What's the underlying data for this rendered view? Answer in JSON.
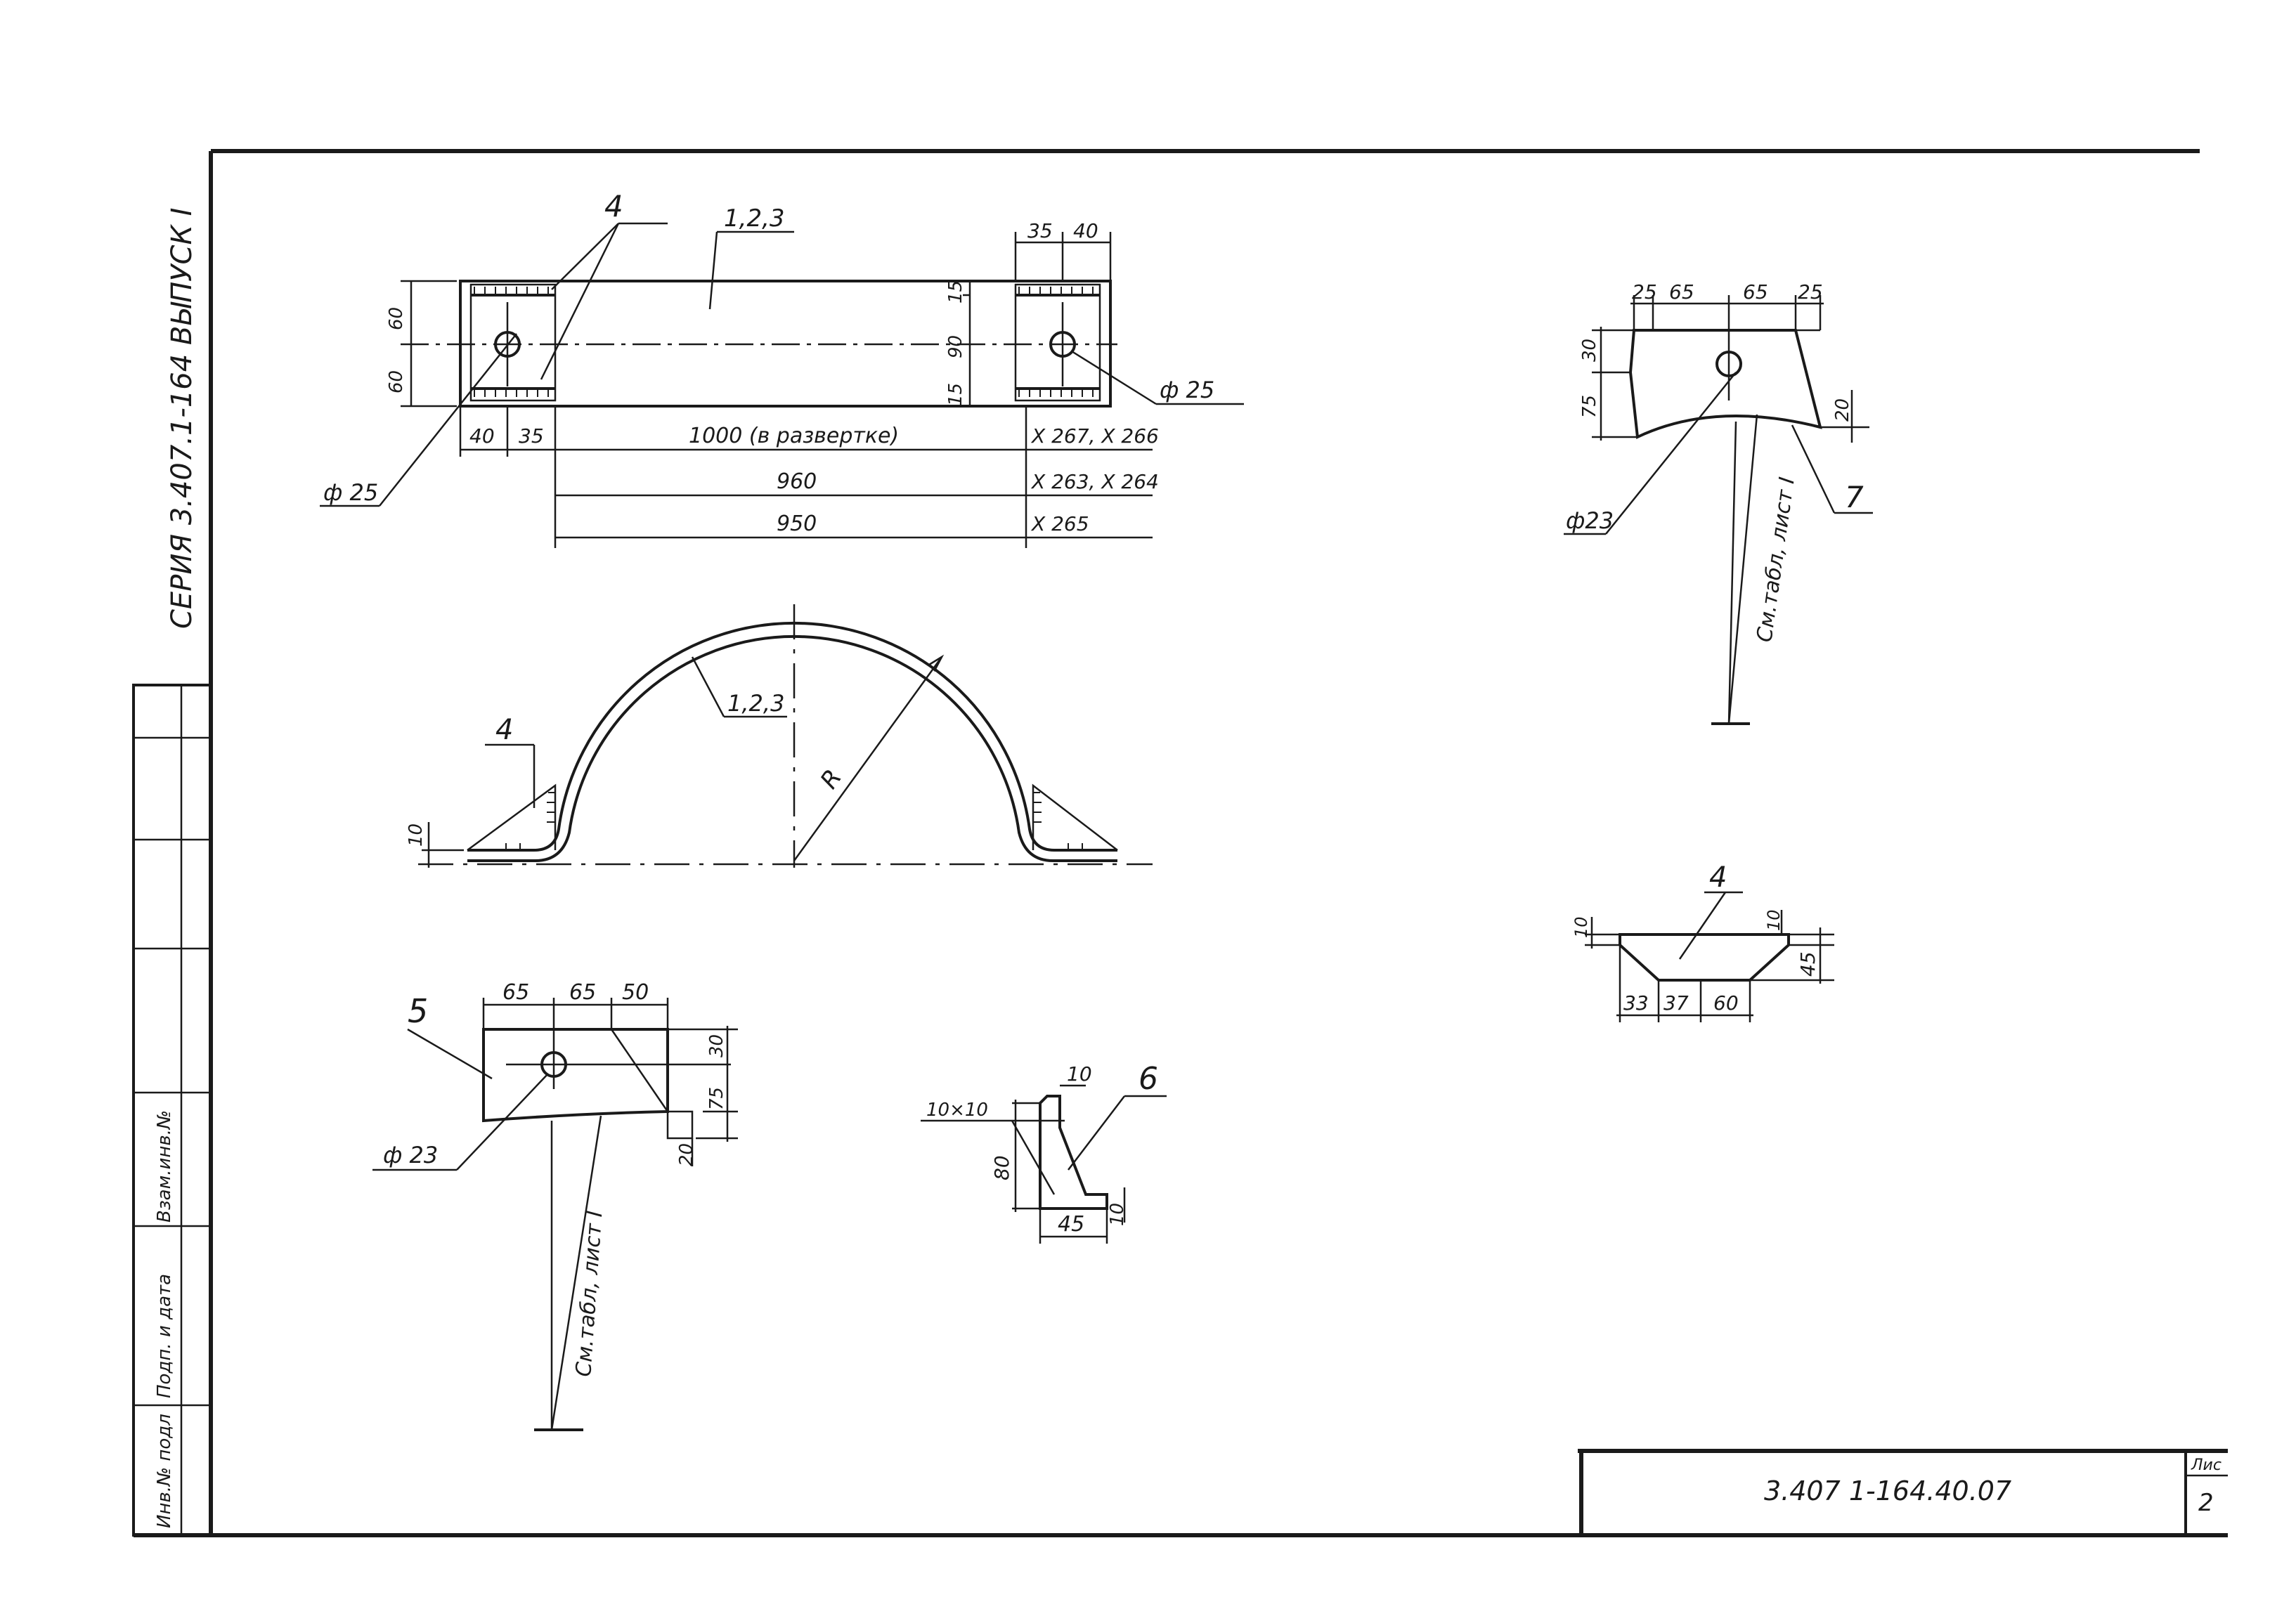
{
  "series": {
    "text": "СЕРИЯ 3.407.1-164 ВЫПУСК I"
  },
  "side_stamp": {
    "inv_podl": "Инв.№ подл",
    "podp_data": "Подп. и дата",
    "vzam_inv": "Взам.инв.№"
  },
  "title_block": {
    "code": "3.407 1-164.40.07",
    "sheet_label": "Лис",
    "sheet_number": "2"
  },
  "drawing": {
    "plan": {
      "part_ref_main": "1,2,3",
      "part_ref_gusset": "4",
      "hole_left": "ф 25",
      "hole_right": "ф 25",
      "dims_left_vertical": [
        "60",
        "60"
      ],
      "dims_right_vertical": [
        "15",
        "90",
        "15"
      ],
      "dims_bottom_left": [
        "40",
        "35"
      ],
      "dims_top_right": [
        "35",
        "40"
      ],
      "length_rows": [
        {
          "value": "1000 (в развертке)",
          "marks": "X 267, X 266"
        },
        {
          "value": "960",
          "marks": "X 263, X 264"
        },
        {
          "value": "950",
          "marks": "X 265"
        }
      ]
    },
    "elevation": {
      "part_ref_main": "1,2,3",
      "part_ref_gusset": "4",
      "radius_label": "R",
      "thickness": "10"
    },
    "part5": {
      "label": "5",
      "dims_top": [
        "65",
        "65",
        "50"
      ],
      "dims_right": [
        "30",
        "75",
        "20"
      ],
      "hole": "ф 23",
      "note": "См.табл, лист I"
    },
    "part6": {
      "label": "6",
      "chamfer": "10×10",
      "top": "10",
      "height": "80",
      "bottom": "45",
      "right": "10"
    },
    "part7": {
      "label": "7",
      "dims_top": [
        "25",
        "65",
        "65",
        "25"
      ],
      "dims_left": [
        "30",
        "75"
      ],
      "dim_right": "20",
      "hole": "ф23",
      "note": "См.табл, лист I"
    },
    "part4": {
      "label": "4",
      "left": "10",
      "right": "10",
      "height": "45",
      "dims_bottom": [
        "33",
        "37",
        "60"
      ]
    }
  }
}
